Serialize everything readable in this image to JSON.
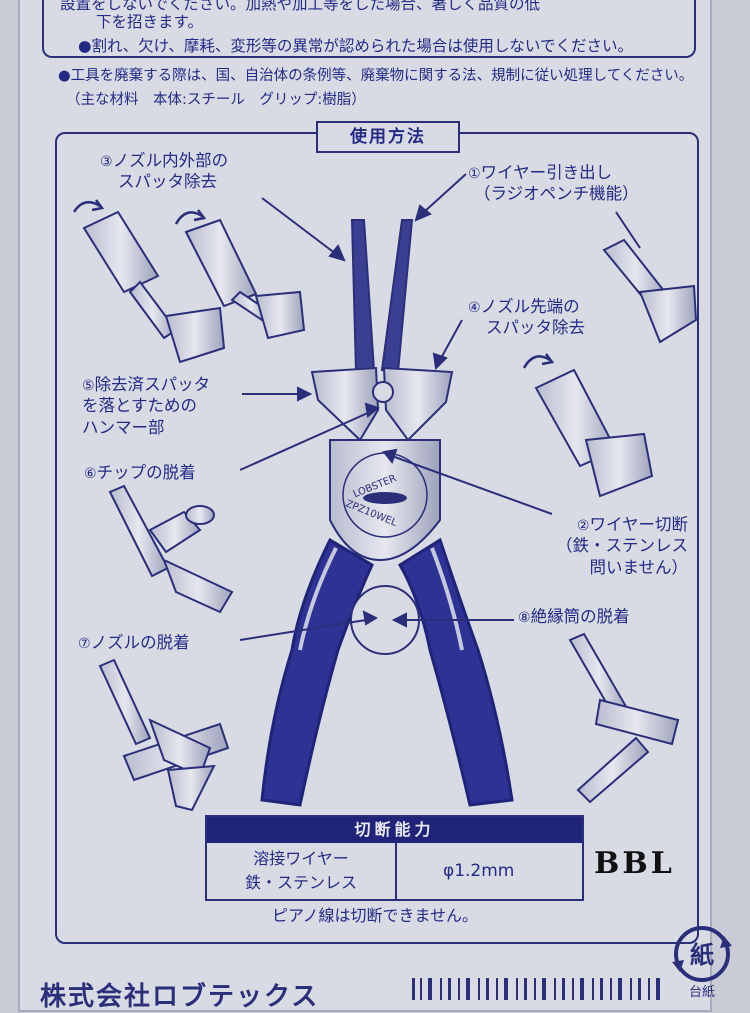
{
  "warnings": {
    "line1": "設置をしないでください。加熱や加工等をした場合、著しく品質の低",
    "line2": "下を招きます。",
    "line3": "●割れ、欠け、摩耗、変形等の異常が認められた場合は使用しないでください。",
    "line4": "●工具を廃棄する際は、国、自治体の条例等、廃棄物に関する法、規制に従い処理してください。",
    "materials": "（主な材料　本体:スチール　グリップ:樹脂）"
  },
  "usage": {
    "title": "使用方法",
    "labels": {
      "l3_num": "③",
      "l3_a": "ノズル内外部の",
      "l3_b": "スパッタ除去",
      "l1_num": "①",
      "l1_a": "ワイヤー引き出し",
      "l1_b": "（ラジオペンチ機能）",
      "l4_num": "④",
      "l4_a": "ノズル先端の",
      "l4_b": "スパッタ除去",
      "l5_num": "⑤",
      "l5_a": "除去済スパッタ",
      "l5_b": "を落とすための",
      "l5_c": "ハンマー部",
      "l6_num": "⑥",
      "l6_a": "チップの脱着",
      "l2_num": "②",
      "l2_a": "ワイヤー切断",
      "l2_b": "（鉄・ステンレス",
      "l2_c": "問いません）",
      "l7_num": "⑦",
      "l7_a": "ノズルの脱着",
      "l8_num": "⑧",
      "l8_a": "絶縁筒の脱着"
    },
    "tool_engraving_1": "LOBSTER",
    "tool_engraving_2": "ZPZ10WEL"
  },
  "capacity": {
    "header": "切断能力",
    "label_line1": "溶接ワイヤー",
    "label_line2": "鉄・ステンレス",
    "value": "φ1.2mm",
    "note": "ピアノ線は切断できません。"
  },
  "mark": "BBL",
  "recycle": {
    "symbol": "紙",
    "caption": "台紙"
  },
  "company": "株式会社ロブテックス",
  "colors": {
    "ink": "#232a86",
    "paper": "#d9dbe4",
    "accent": "#1f2478"
  }
}
